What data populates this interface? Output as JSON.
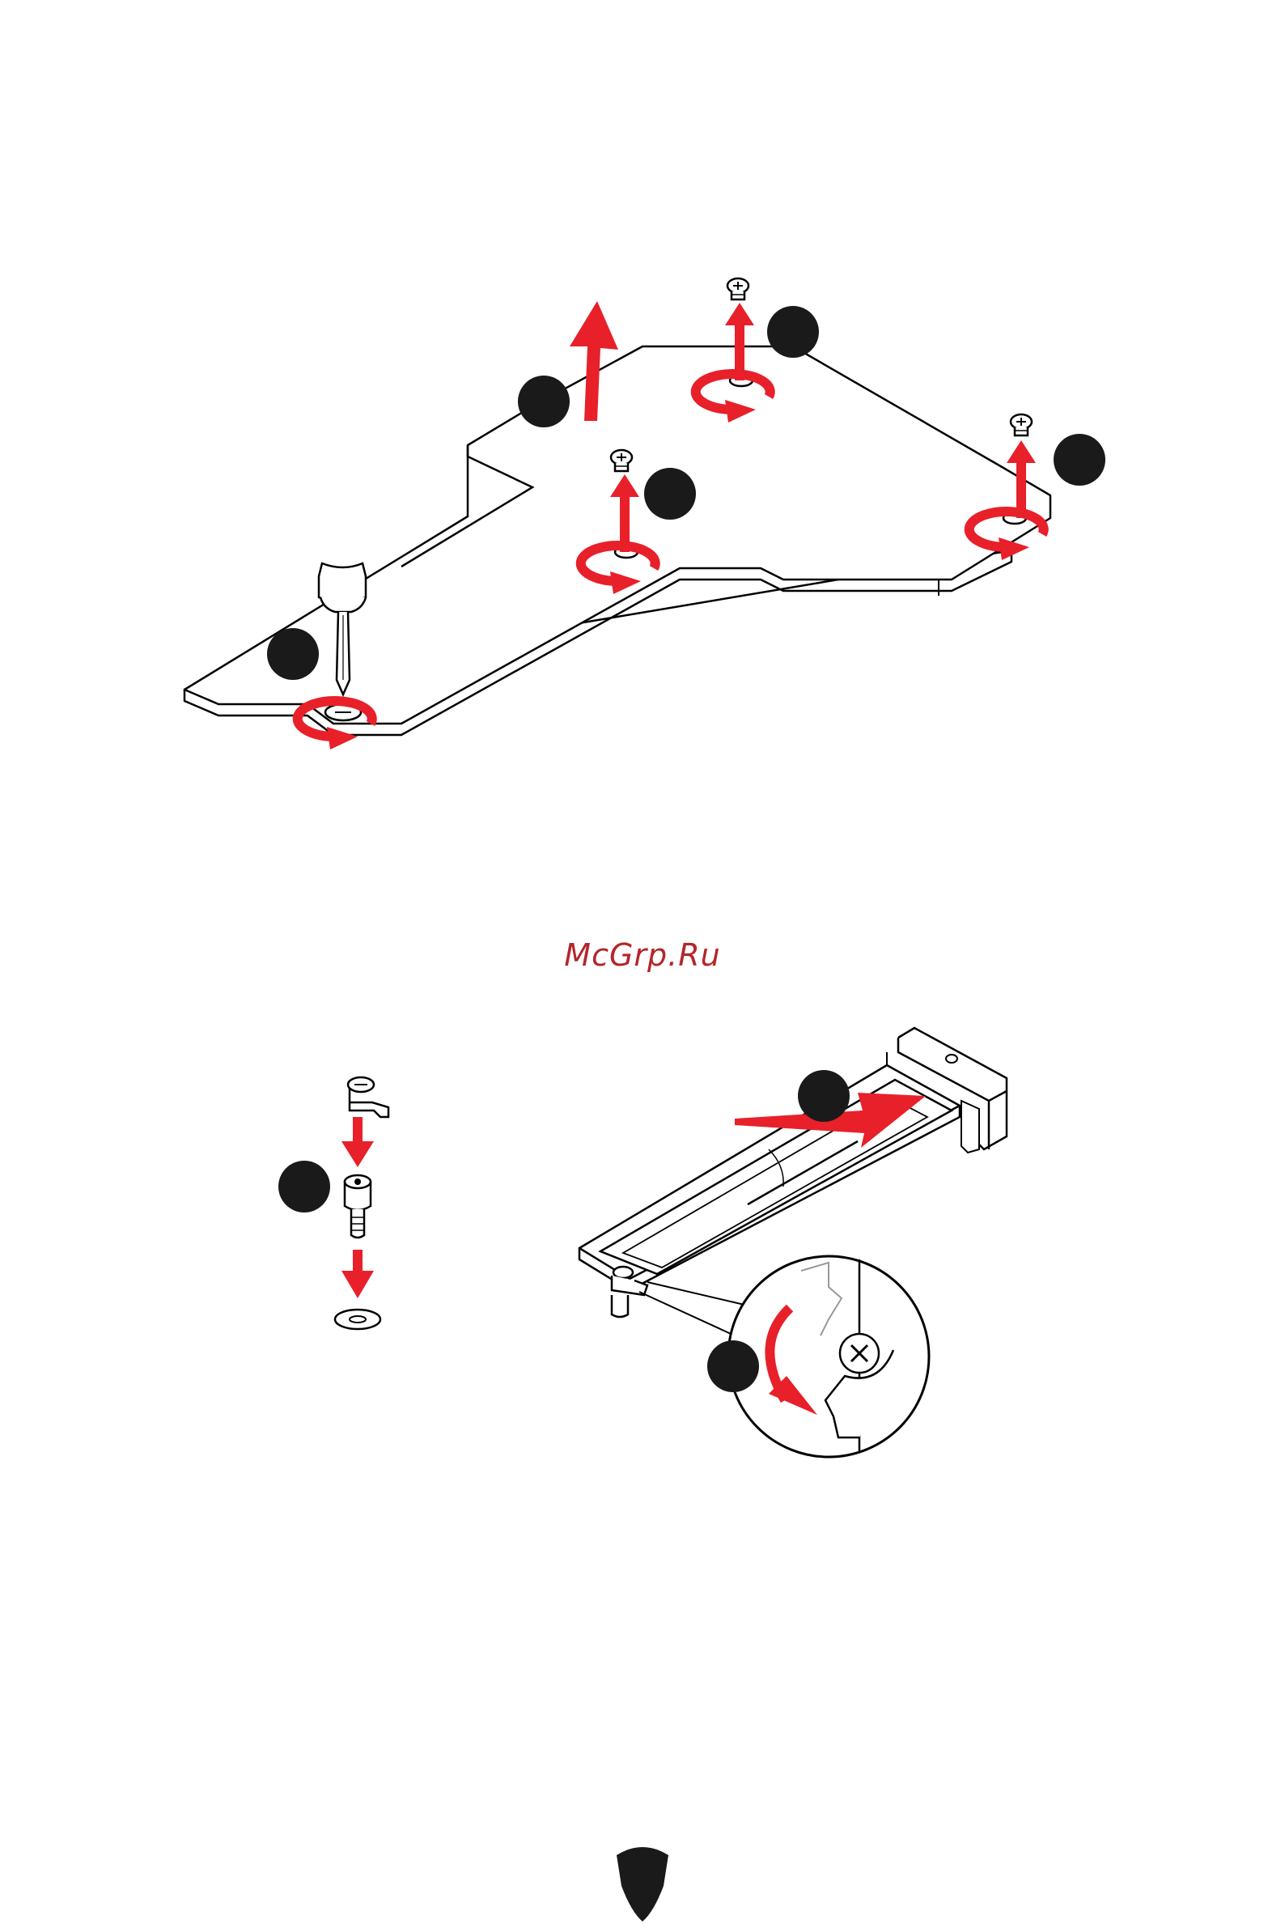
{
  "watermark": {
    "text": "McGrp.Ru",
    "color": "#b3262b"
  },
  "colors": {
    "accent": "#e8202a",
    "ink": "#1a1a1a",
    "line": "#000000"
  },
  "figures": [
    {
      "name": "heatsink-removal",
      "icons": [
        "screwdriver-icon",
        "screw-icon",
        "lift-arrow-icon",
        "rotate-counterclockwise-icon"
      ]
    },
    {
      "name": "standoff-assembly",
      "icons": [
        "screw-clip-icon",
        "standoff-icon",
        "washer-icon",
        "down-arrow-icon"
      ]
    },
    {
      "name": "m2-ssd-install",
      "icons": [
        "m2-slot-icon",
        "ssd-card-icon",
        "insert-arrow-icon",
        "latch-rotate-icon",
        "magnifier-callout-icon"
      ]
    }
  ],
  "footer": {
    "logo": "msi-shield-icon"
  }
}
